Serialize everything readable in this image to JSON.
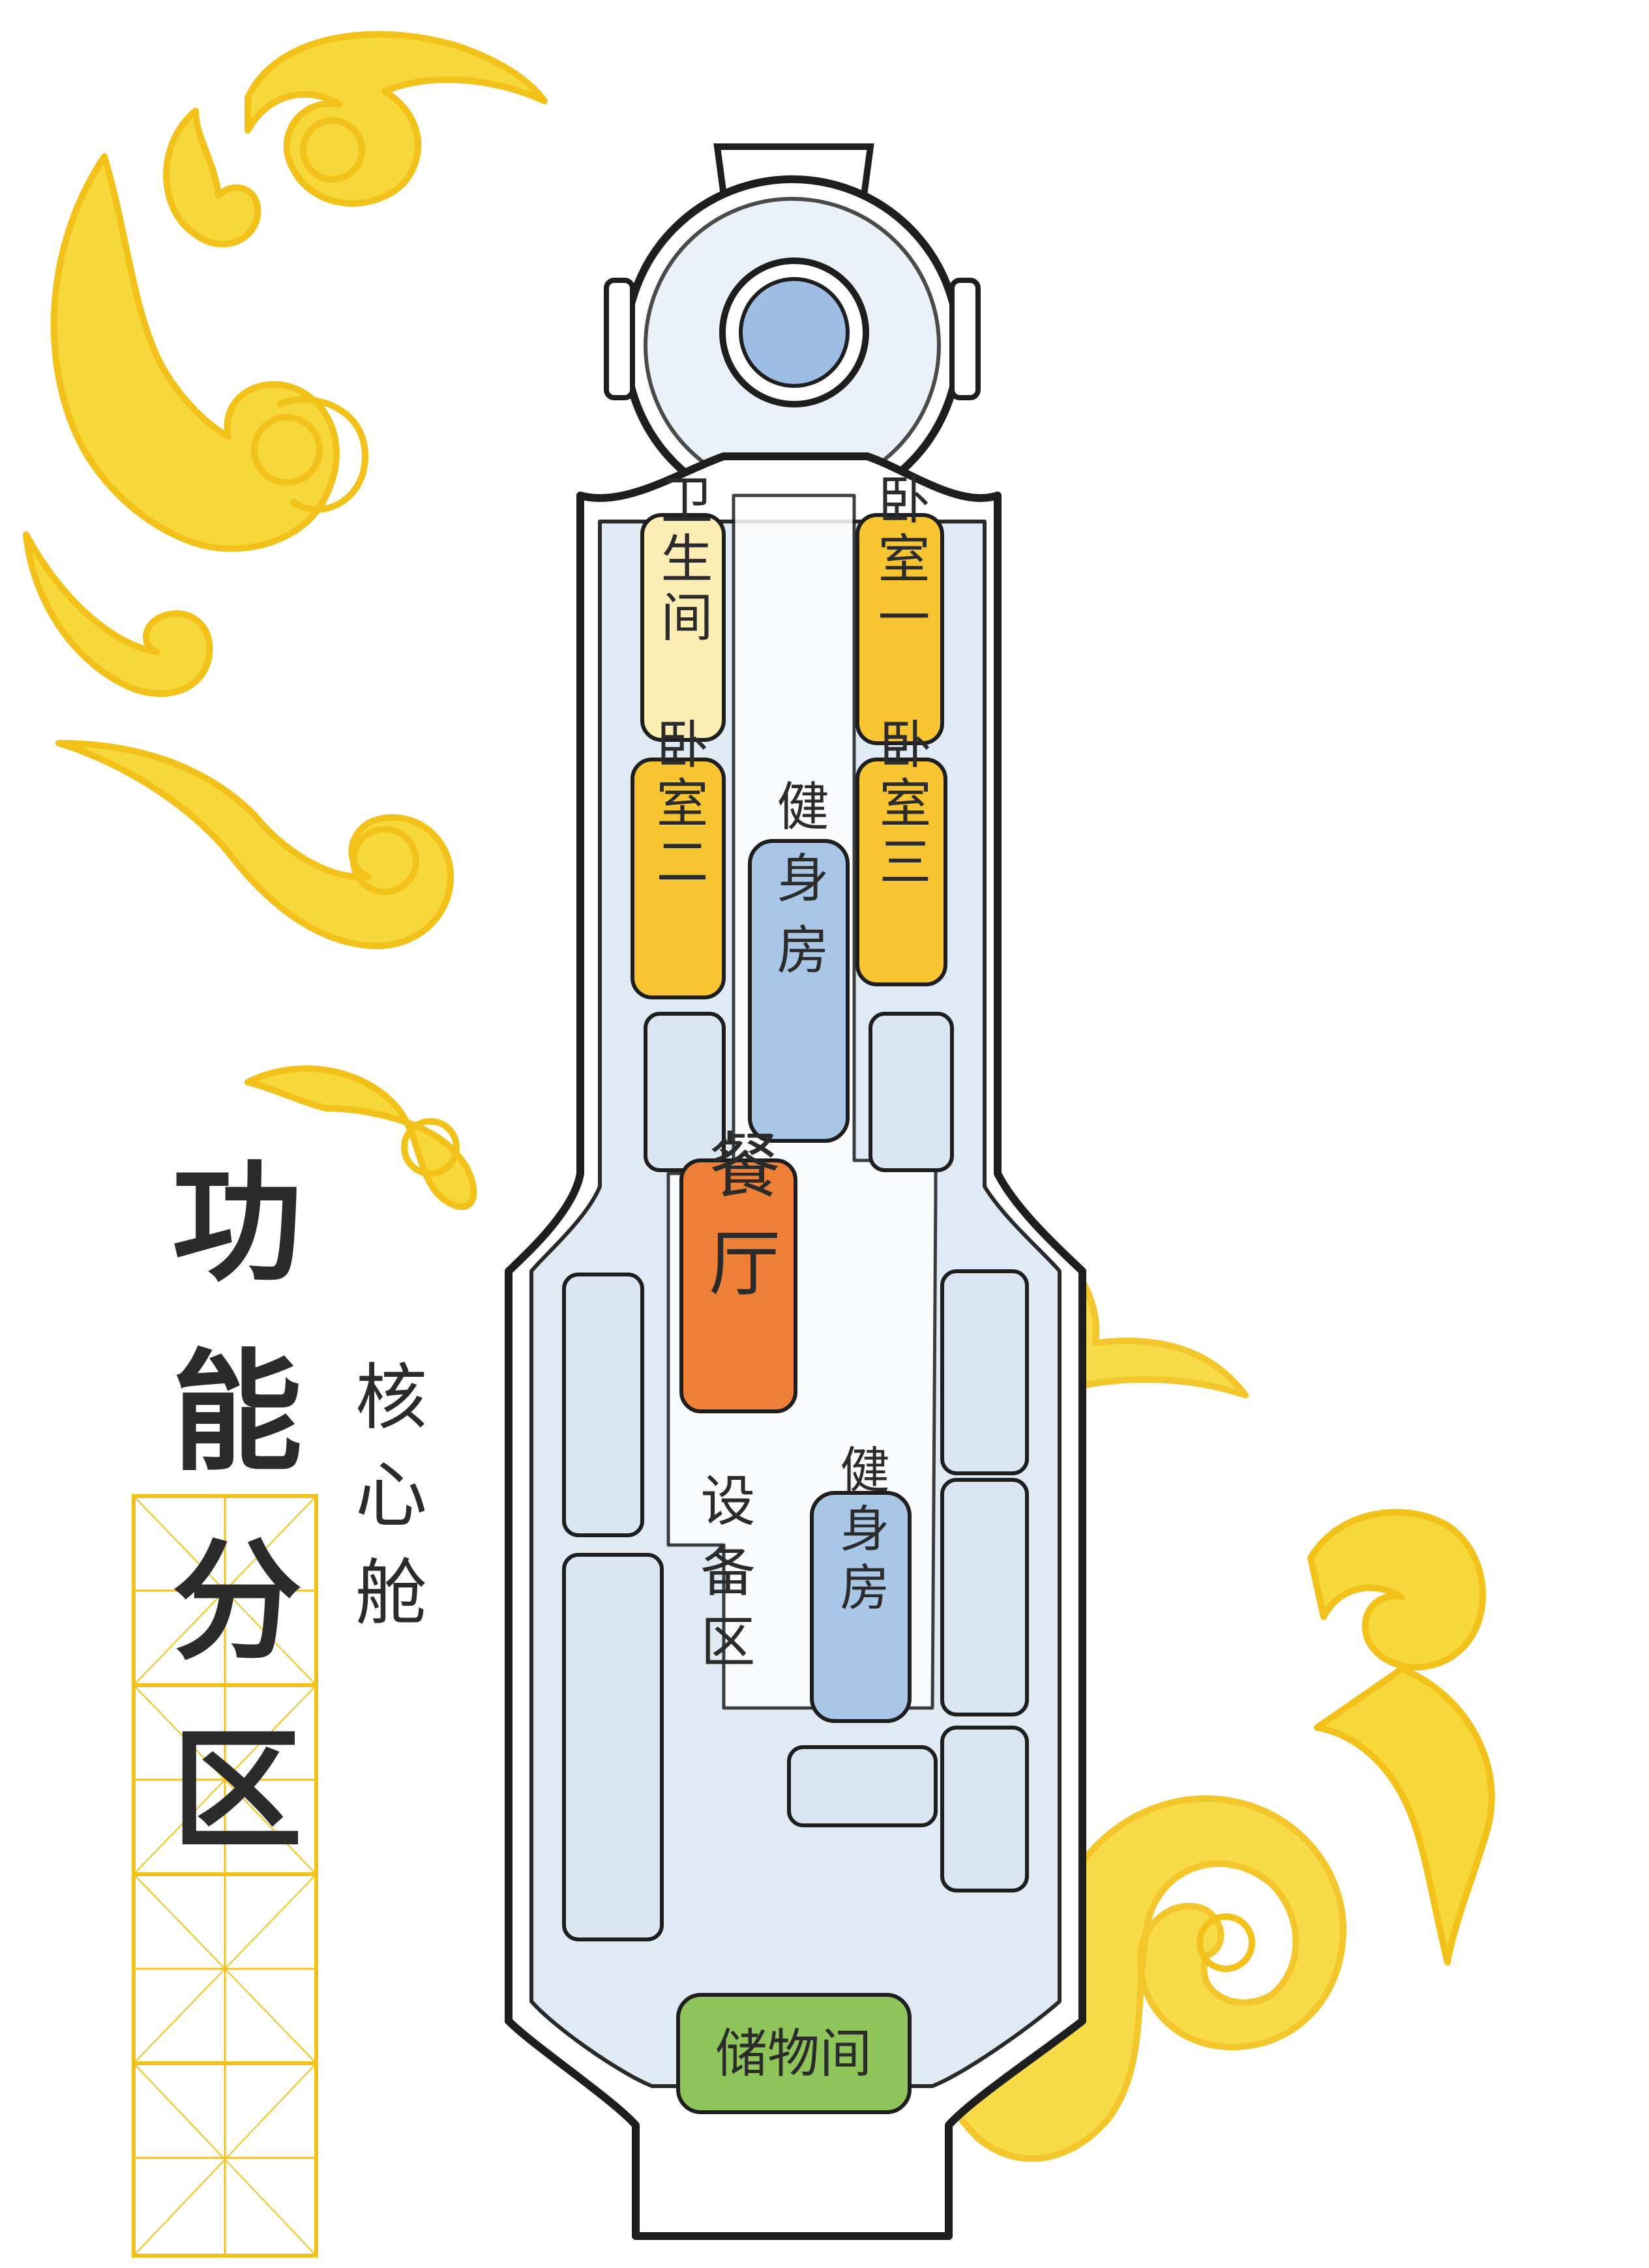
{
  "title": {
    "main": "功能分区",
    "side": "核心舱"
  },
  "zones": {
    "bathroom": "卫生间",
    "bedroom_1": "卧室一",
    "bedroom_2": "卧室二",
    "bedroom_3": "卧室三",
    "gym_1": "健身房",
    "gym_2": "健身房",
    "dining": "餐厅",
    "equipment": "设备区",
    "storage": "储物间"
  },
  "colors": {
    "cloud": "#f7d83a",
    "cloud_outline": "#f2c21b",
    "hull_fill": "#dfe9f5",
    "hull_outline": "#1e1e1e",
    "bedroom": "#f6c531",
    "bathroom": "#fbedb3",
    "gym": "#a9c6e6",
    "dining": "#ee7f37",
    "storage": "#8fc45b",
    "panel": "#dbe6f3",
    "porthole": "#9dbde4"
  }
}
